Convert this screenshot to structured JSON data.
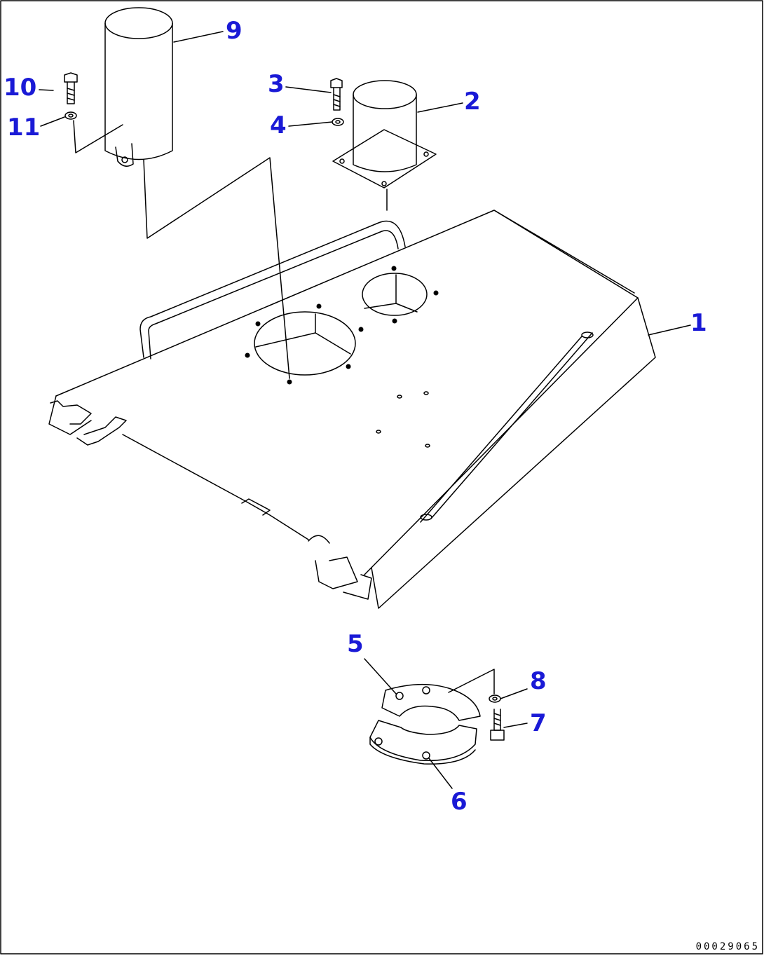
{
  "diagram": {
    "callouts": {
      "c1": "1",
      "c2": "2",
      "c3": "3",
      "c4": "4",
      "c5": "5",
      "c6": "6",
      "c7": "7",
      "c8": "8",
      "c9": "9",
      "c10": "10",
      "c11": "11"
    },
    "figure_id": "00029065",
    "colors": {
      "callout": "#1a1ad6",
      "line": "#000000",
      "background": "#ffffff"
    }
  }
}
